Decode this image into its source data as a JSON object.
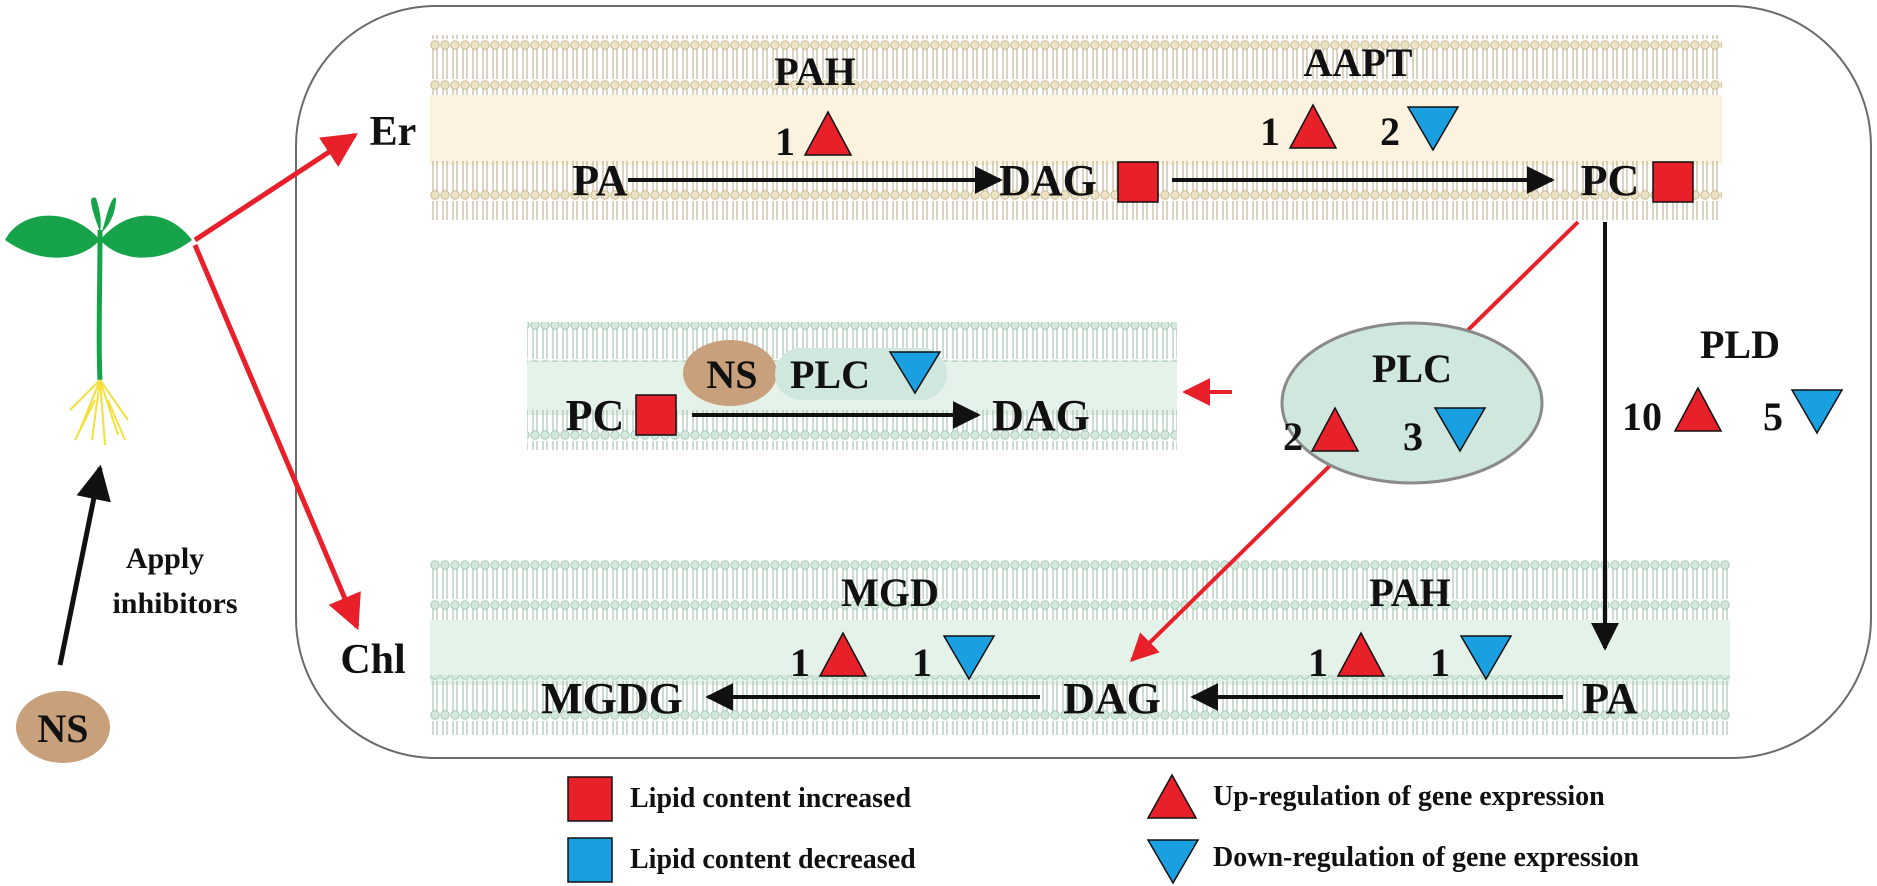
{
  "colors": {
    "red": "#e8202a",
    "blue": "#1aa0e0",
    "er_band": "#fbf3e0",
    "er_head": "#efe3c6",
    "chl_band": "#e4f2ea",
    "chl_head": "#d3e9dc",
    "plc_fill": "#cfe7dd",
    "ns_fill": "#c9a07c",
    "plant_green": "#16a34a",
    "root_yellow": "#f3e03b"
  },
  "labels": {
    "er": "Er",
    "chl": "Chl",
    "apply_line1": "Apply",
    "apply_line2": "inhibitors",
    "ns": "NS"
  },
  "er_pathway": {
    "enzyme1": "PAH",
    "enzyme1_up": "1",
    "enzyme2": "AAPT",
    "enzyme2_up": "1",
    "enzyme2_down": "2",
    "pa": "PA",
    "dag": "DAG",
    "pc": "PC"
  },
  "middle_pathway": {
    "ns": "NS",
    "plc": "PLC",
    "pc": "PC",
    "dag": "DAG"
  },
  "plc_node": {
    "name": "PLC",
    "up": "2",
    "down": "3"
  },
  "pld": {
    "name": "PLD",
    "up": "10",
    "down": "5"
  },
  "chl_pathway": {
    "enzyme1": "MGD",
    "enzyme1_up": "1",
    "enzyme1_down": "1",
    "enzyme2": "PAH",
    "enzyme2_up": "1",
    "enzyme2_down": "1",
    "mgdg": "MGDG",
    "dag": "DAG",
    "pa": "PA"
  },
  "legend": {
    "increased": "Lipid content increased",
    "decreased": "Lipid content decreased",
    "up": "Up-regulation of gene expression",
    "down": "Down-regulation of gene expression"
  }
}
